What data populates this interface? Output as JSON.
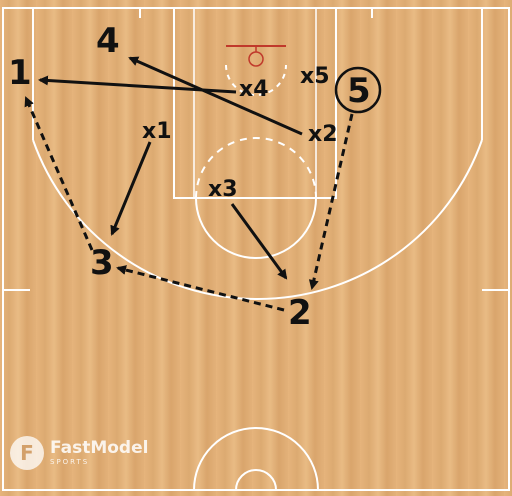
{
  "players": {
    "offense": {
      "p1": "1",
      "p2": "2",
      "p3": "3",
      "p4": "4",
      "p5": "5"
    },
    "defense": {
      "x1": "x1",
      "x2": "x2",
      "x3": "x3",
      "x4": "x4",
      "x5": "x5"
    }
  },
  "logo": {
    "brand": "FastModel",
    "sub": "SPORTS"
  },
  "colors": {
    "court": "#e2b078",
    "lines": "#ffffff",
    "ink": "#111111",
    "rim": "#c0392b"
  }
}
